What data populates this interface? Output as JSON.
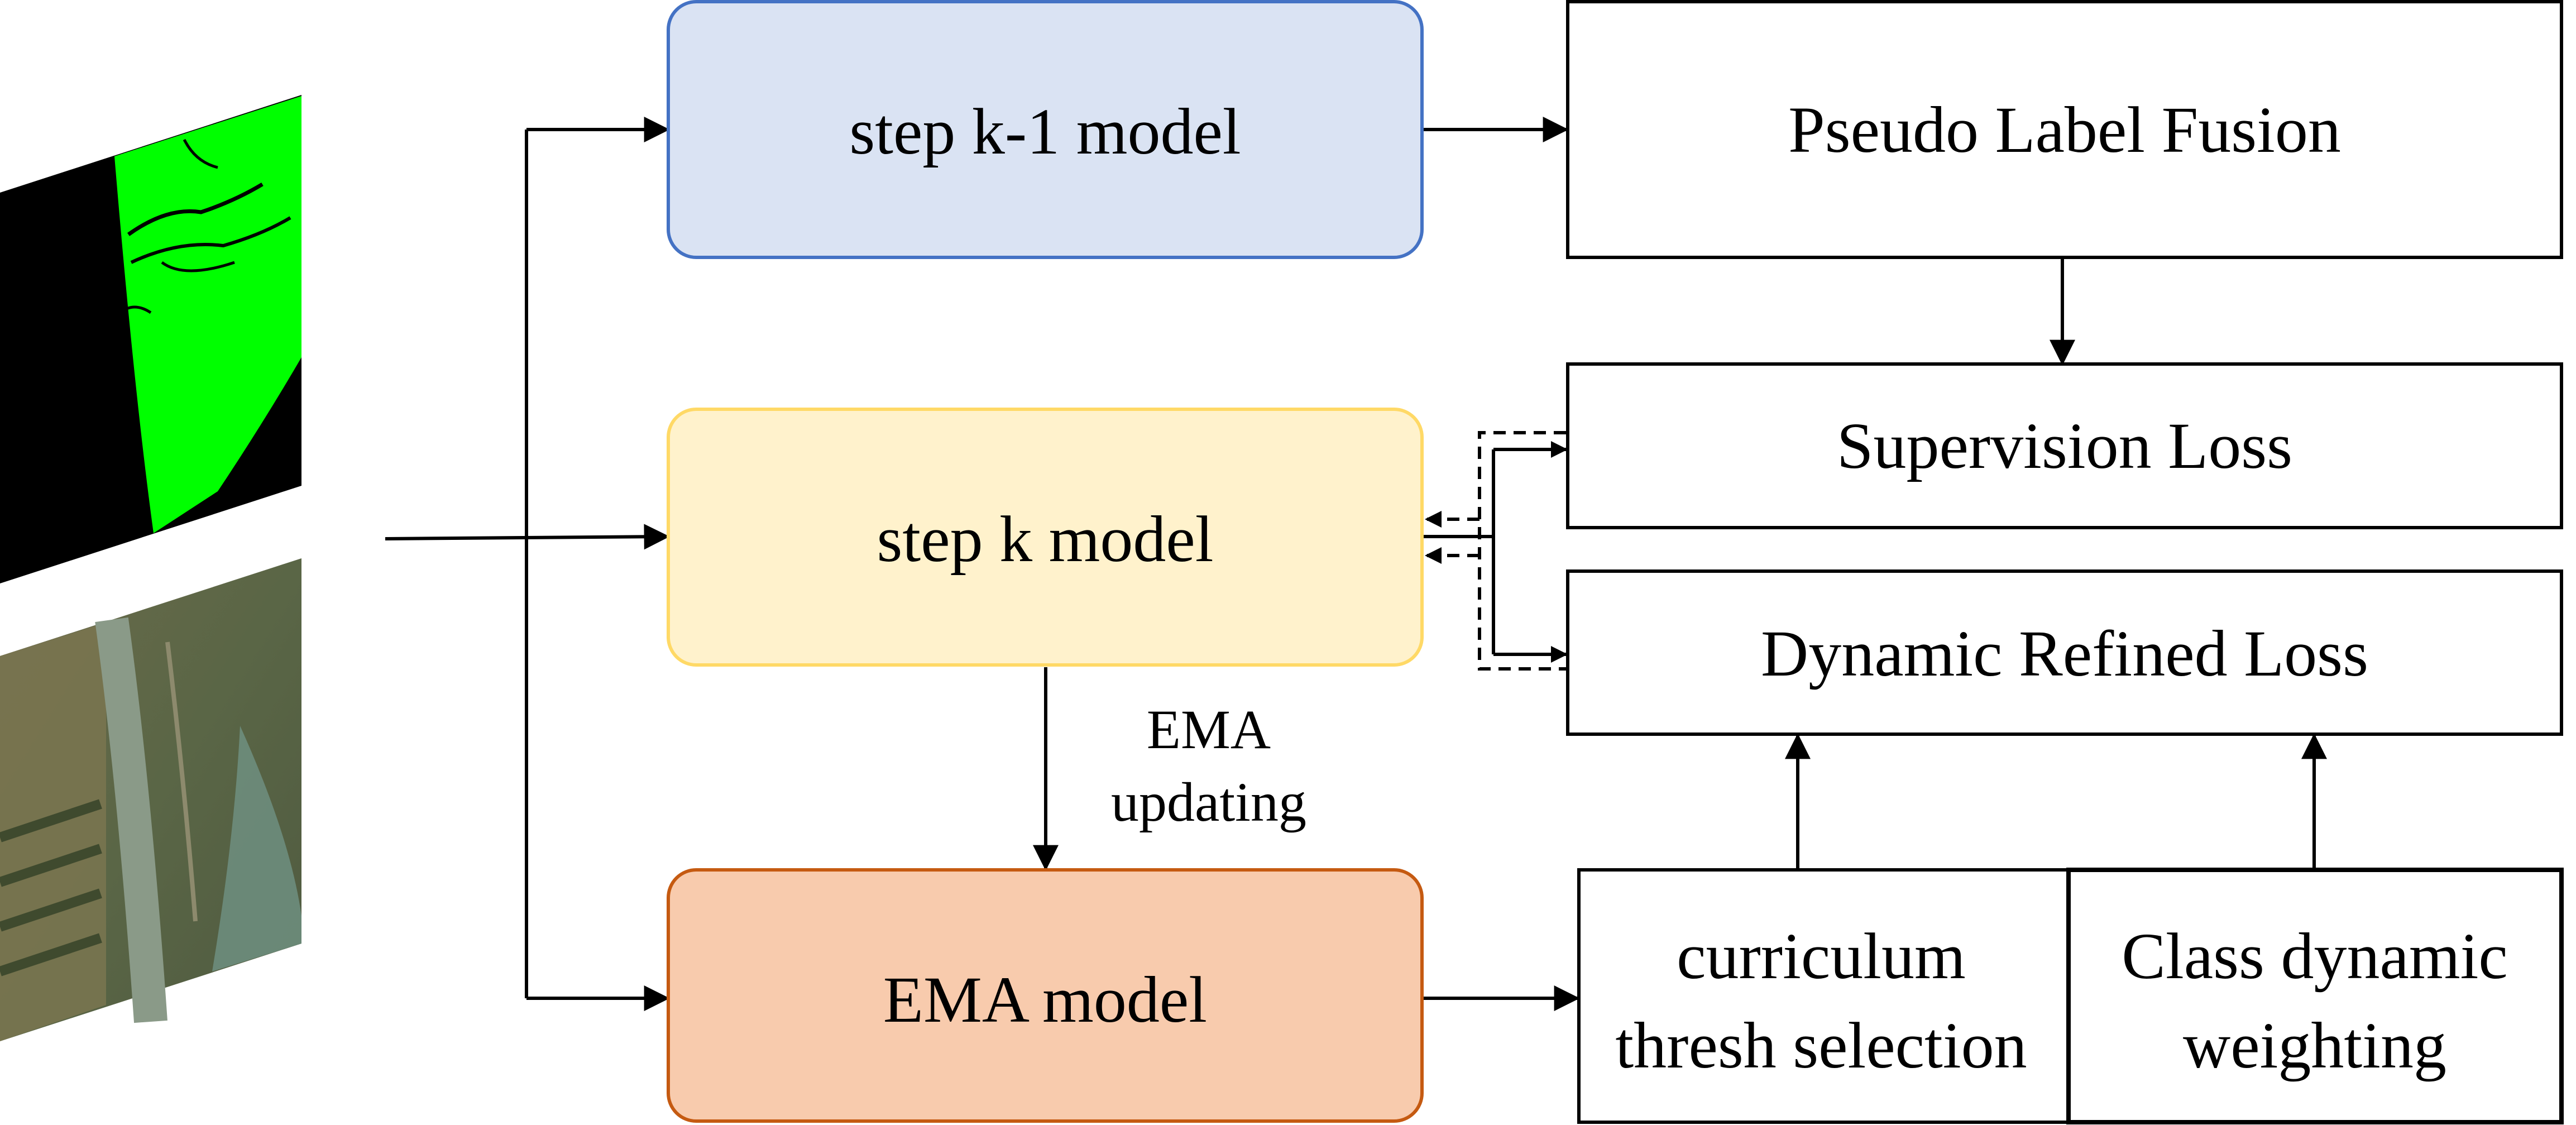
{
  "nodes": {
    "step_k_minus_1_model": "step k-1 model",
    "step_k_model": "step k model",
    "ema_model": "EMA model",
    "pseudo_label_fusion": "Pseudo Label Fusion",
    "supervision_loss": "Supervision Loss",
    "dynamic_refined_loss": "Dynamic Refined Loss",
    "curriculum_thresh_selection": [
      "curriculum",
      "thresh selection"
    ],
    "class_dynamic_weighting": [
      "Class dynamic",
      "weighting"
    ]
  },
  "edge_labels": {
    "ema_updating": [
      "EMA",
      "updating"
    ]
  },
  "colors": {
    "step_k_minus_1_fill": "#dae3f3",
    "step_k_minus_1_stroke": "#4472c4",
    "step_k_fill": "#fff2cc",
    "step_k_stroke": "#ffd966",
    "ema_fill": "#f8cbad",
    "ema_stroke": "#c55a11",
    "mask_foreground": "#00ff00",
    "mask_background": "#000000"
  },
  "icons": {
    "mask_image": "segmentation-mask-thumbnail",
    "satellite_image": "satellite-image-thumbnail"
  }
}
